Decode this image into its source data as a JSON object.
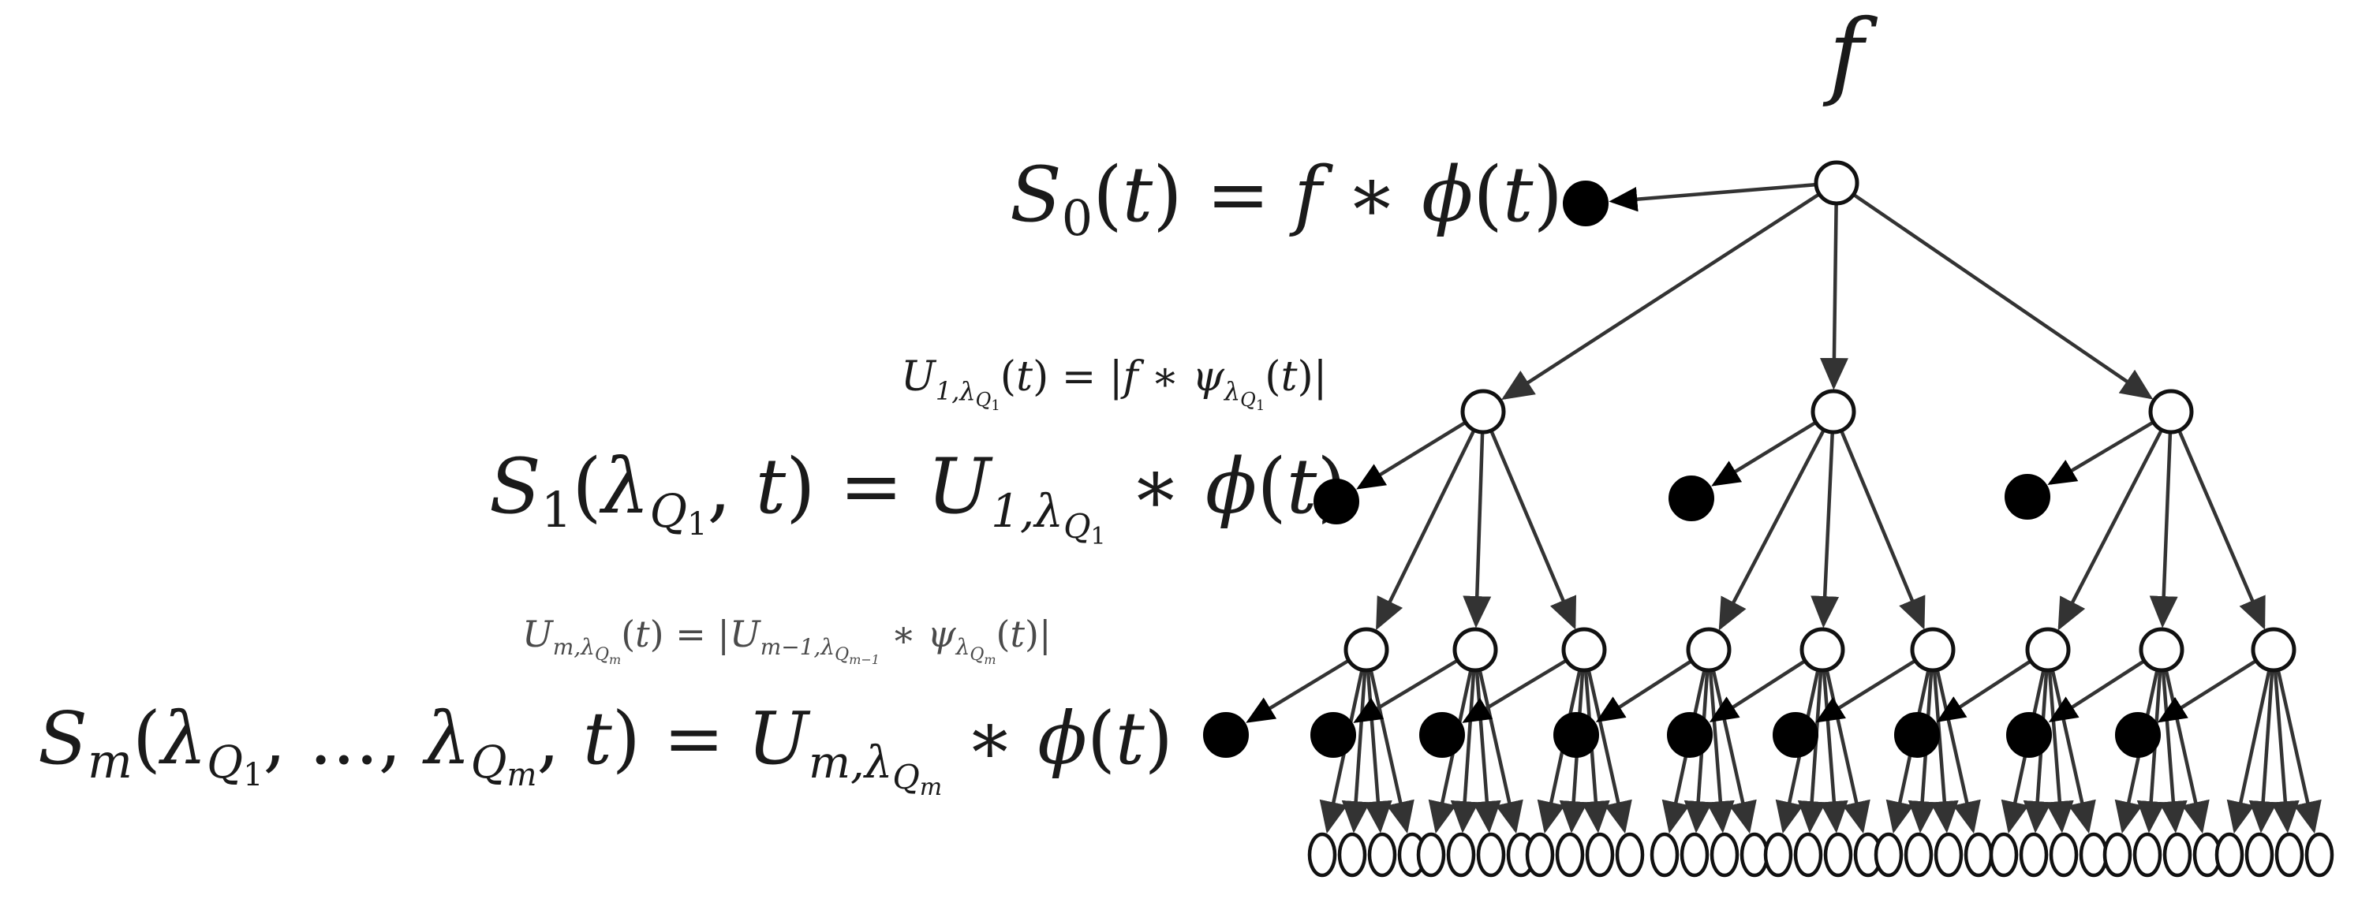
{
  "root_label": "f",
  "labels": {
    "s0": {
      "S": "S",
      "sub0": "0",
      "open": "(",
      "t": "t",
      "close": ")",
      "eq": " = ",
      "f": "f",
      "star": " ∗ ",
      "phi": "ϕ",
      "open2": "(",
      "t2": "t",
      "close2": ")"
    },
    "u1": {
      "U": "U",
      "sub1": "1,λ",
      "subQ": "Q",
      "subQ1": "1",
      "paren": "(",
      "t": "t",
      "paren2": ")",
      "eq": " = |",
      "f": "f",
      "star": " ∗ ",
      "psi": "ψ",
      "psiSub": "λ",
      "psiSubQ": "Q",
      "psiSubQ1": "1",
      "p3": "(",
      "t2": "t",
      "p4": ")|"
    },
    "s1": {
      "S": "S",
      "sub1": "1",
      "open": "(",
      "lam": "λ",
      "lamQ": "Q",
      "lamQ1": "1",
      "comma": ", ",
      "t": "t",
      "close": ")",
      "eq": " = ",
      "U": "U",
      "Usub": "1,λ",
      "UsubQ": "Q",
      "UsubQ1": "1",
      "star": " ∗ ",
      "phi": "ϕ",
      "open2": "(",
      "t2": "t",
      "close2": ")"
    },
    "um": {
      "U": "U",
      "sub": "m,λ",
      "subQ": "Q",
      "subQm": "m",
      "paren": "(",
      "t": "t",
      "paren2": ")",
      "eq": " = |",
      "U2": "U",
      "sub2": "m−1,λ",
      "sub2Q": "Q",
      "sub2Qm": "m−1",
      "star": " ∗ ",
      "psi": "ψ",
      "psiSub": "λ",
      "psiSubQ": "Q",
      "psiSubQm": "m",
      "p3": "(",
      "t2": "t",
      "p4": ")|"
    },
    "sm": {
      "S": "S",
      "sub": "m",
      "open": "(",
      "lam1": "λ",
      "lam1Q": "Q",
      "lam1Q1": "1",
      "dots": ", ..., ",
      "lamm": "λ",
      "lammQ": "Q",
      "lammQm": "m",
      "comma": ", ",
      "t": "t",
      "close": ")",
      "eq": " = ",
      "U": "U",
      "Usub": "m,λ",
      "UsubQ": "Q",
      "UsubQm": "m",
      "star": " ∗ ",
      "phi": "ϕ",
      "open2": "(",
      "t2": "t",
      "close2": ")"
    }
  },
  "tree": {
    "levels": 3,
    "branching": 3,
    "leaf_groups": 9,
    "leaves_per_group": 4
  }
}
